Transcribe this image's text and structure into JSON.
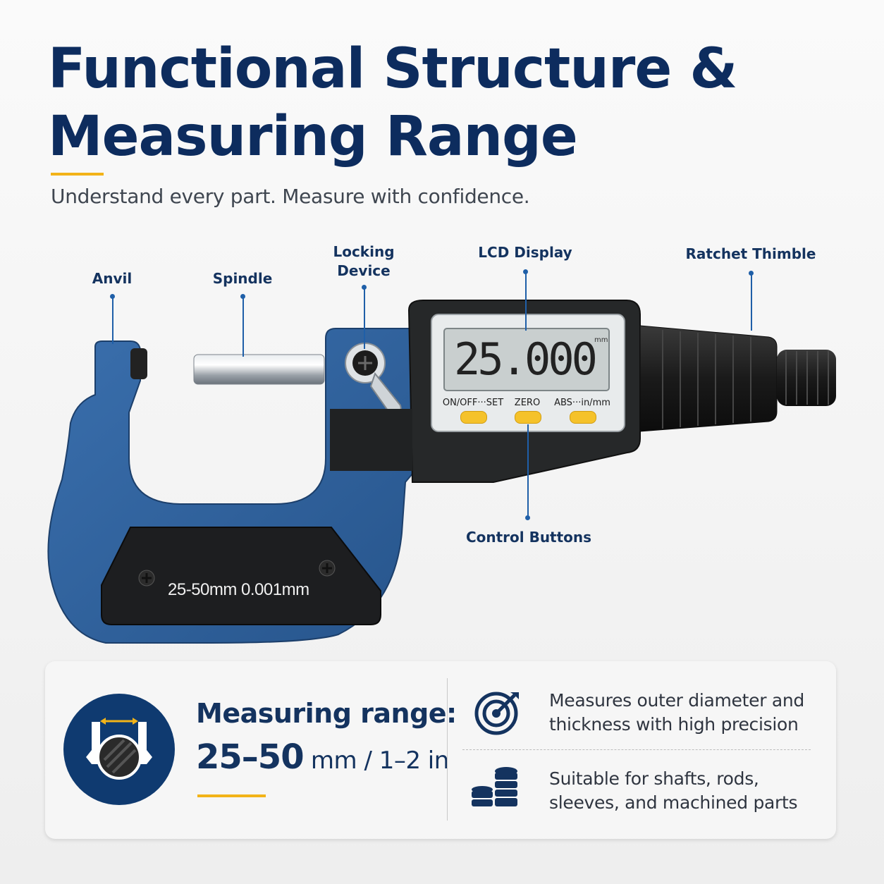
{
  "header": {
    "title_line1": "Functional Structure &",
    "title_line2": "Measuring Range",
    "subtitle": "Understand every part. Measure with confidence."
  },
  "parts": {
    "anvil": "Anvil",
    "spindle": "Spindle",
    "locking_line1": "Locking",
    "locking_line2": "Device",
    "lcd": "LCD Display",
    "ratchet": "Ratchet Thimble",
    "controls": "Control Buttons"
  },
  "device": {
    "reading": "25.000",
    "unit": "mm",
    "buttons": [
      "ON/OFF···SET",
      "ZERO",
      "ABS···in/mm"
    ],
    "frame_marking": "25-50mm  0.001mm"
  },
  "panel": {
    "range_title": "Measuring range:",
    "range_mm_value": "25–50",
    "range_mm_unit": " mm / ",
    "range_in_value": "1–2",
    "range_in_unit": " in",
    "features": [
      {
        "icon": "target-icon",
        "line1": "Measures outer diameter and",
        "line2": "thickness with high precision"
      },
      {
        "icon": "coin-stack-icon",
        "line1": "Suitable for shafts, rods,",
        "line2": "sleeves, and machined parts"
      }
    ]
  },
  "colors": {
    "navy": "#0d2c5e",
    "accent_blue": "#1f5fa8",
    "frame_blue": "#2e5f9a",
    "yellow": "#f2b318"
  }
}
